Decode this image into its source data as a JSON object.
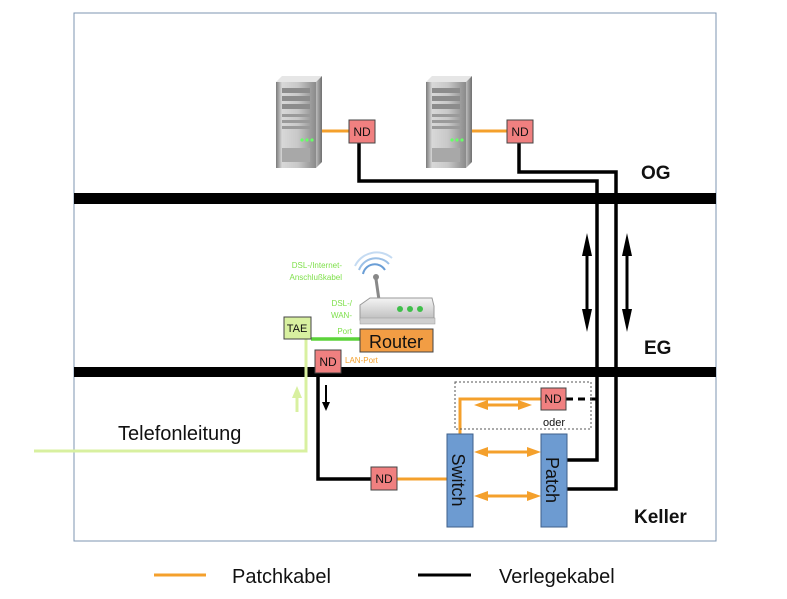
{
  "floors": {
    "og": "OG",
    "eg": "EG",
    "keller": "Keller"
  },
  "devices": {
    "nd": "ND",
    "tae": "TAE",
    "router": "Router",
    "switch": "Switch",
    "patch": "Patch"
  },
  "labels": {
    "dsl_internet": "DSL-/Internet-",
    "anschluss": "Anschlußkabel",
    "dsl_wan_1": "DSL-/",
    "dsl_wan_2": "WAN-",
    "dsl_wan_3": "Port",
    "lan_port": "LAN-Port",
    "oder": "oder",
    "telefonleitung": "Telefonleitung"
  },
  "legend": {
    "patch": "Patchkabel",
    "verlege": "Verlegekabel"
  },
  "colors": {
    "patch": "#f4a02c",
    "verlege": "#000000",
    "dsl": "#7ee04a",
    "phone": "#d8f0a0",
    "nd_fill": "#f08080",
    "device_fill": "#6d9bd1",
    "router_fill": "#f29d44",
    "tae_fill": "#d8f0a0"
  },
  "icons": [
    "server-icon",
    "server-icon",
    "wireless-router-icon"
  ]
}
